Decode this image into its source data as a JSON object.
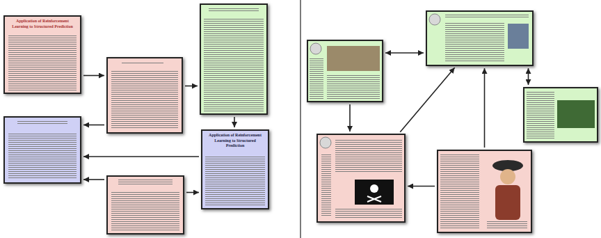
{
  "diagram": {
    "nodes": [
      {
        "text": [
          "Application of Reinforcement Learning to Structured Prediction"
        ]
      },
      {
        "text": []
      },
      {
        "text": []
      },
      {
        "text": [
          "Application of Reinforcement Learning to Structured Prediction"
        ]
      },
      {
        "text": []
      },
      {
        "text": []
      },
      {
        "text": []
      },
      {
        "text": []
      },
      {
        "text": []
      },
      {
        "text": []
      },
      {
        "text": []
      }
    ],
    "edges": [
      {
        "from": 0,
        "to": 1,
        "arrow": "to"
      },
      {
        "from": 1,
        "to": 2,
        "arrow": "to"
      },
      {
        "from": 2,
        "to": 3,
        "arrow": "to"
      },
      {
        "from": 1,
        "to": 4,
        "arrow": "to"
      },
      {
        "from": 3,
        "to": 4,
        "arrow": "to"
      },
      {
        "from": 5,
        "to": 4,
        "arrow": "to"
      },
      {
        "from": 5,
        "to": 3,
        "arrow": "to"
      },
      {
        "from": 6,
        "to": 7,
        "arrow": "both"
      },
      {
        "from": 6,
        "to": 9,
        "arrow": "to"
      },
      {
        "from": 9,
        "to": 7,
        "arrow": "to"
      },
      {
        "from": 10,
        "to": 9,
        "arrow": "to"
      },
      {
        "from": 10,
        "to": 7,
        "arrow": "to"
      },
      {
        "from": 7,
        "to": 8,
        "arrow": "both"
      }
    ]
  }
}
